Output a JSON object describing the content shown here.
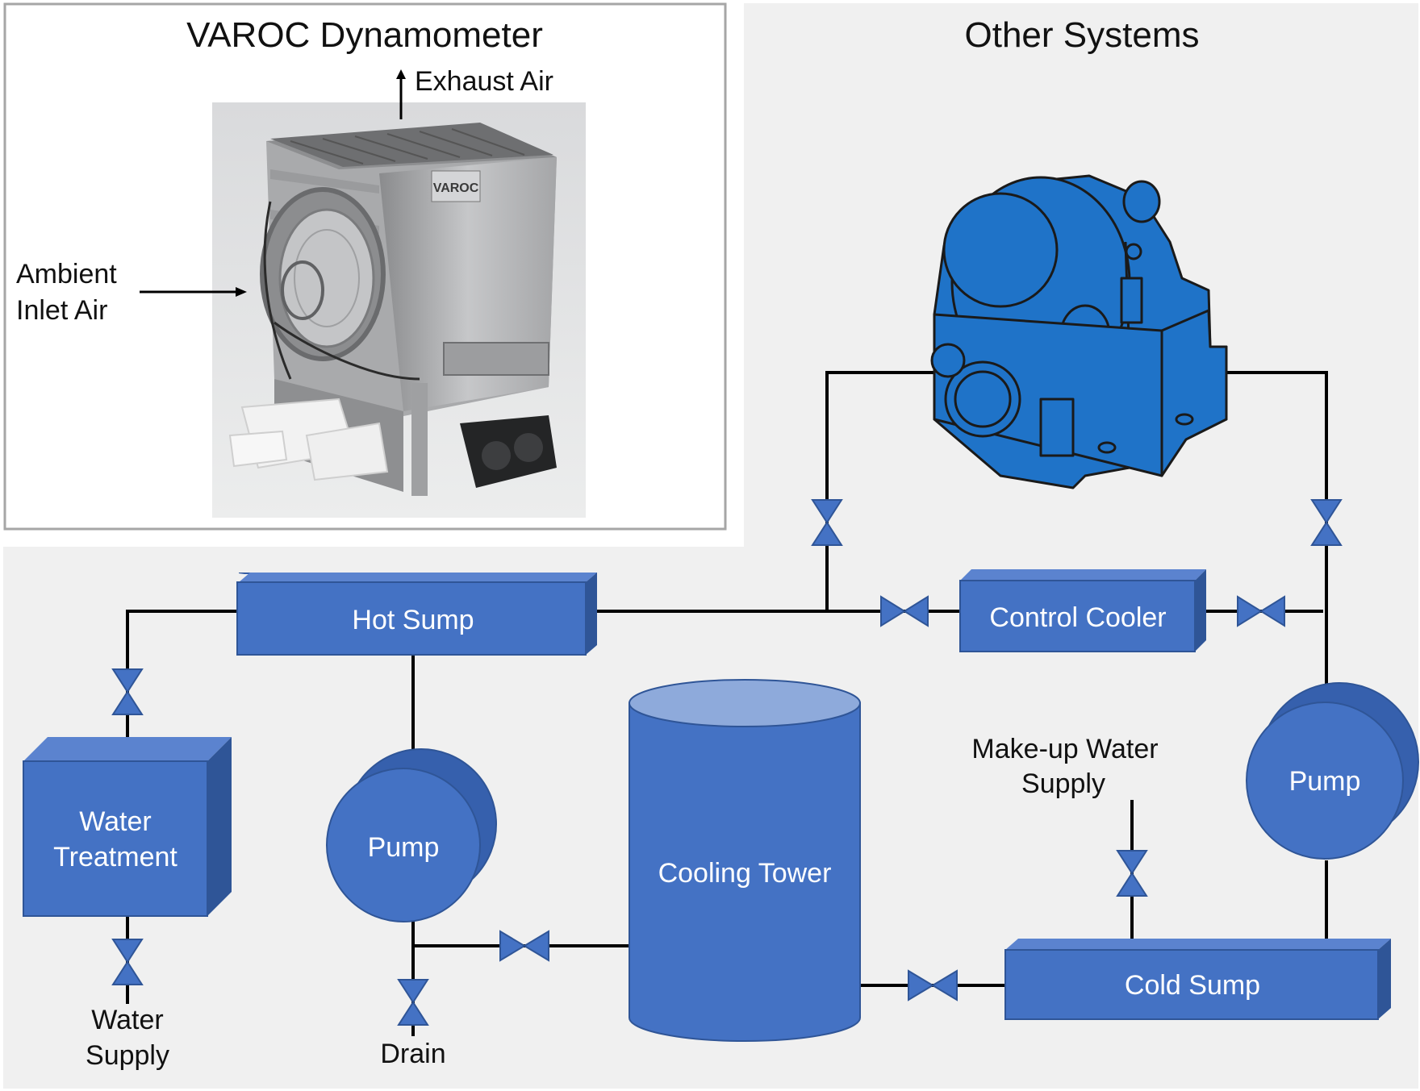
{
  "panels": {
    "dynamometer_title": "VAROC Dynamometer",
    "other_systems_title": "Other Systems"
  },
  "photo": {
    "exhaust_label": "Exhaust Air",
    "inlet_label_line1": "Ambient",
    "inlet_label_line2": "Inlet Air",
    "nameplate": "VAROC"
  },
  "components": {
    "hot_sump": "Hot Sump",
    "control_cooler": "Control Cooler",
    "cooling_tower": "Cooling Tower",
    "cold_sump": "Cold Sump",
    "pump_left": "Pump",
    "pump_right": "Pump",
    "water_treatment_line1": "Water",
    "water_treatment_line2": "Treatment"
  },
  "labels": {
    "water_supply_line1": "Water",
    "water_supply_line2": "Supply",
    "drain": "Drain",
    "makeup_line1": "Make-up Water",
    "makeup_line2": "Supply"
  },
  "colors": {
    "component_blue": "#4472c4",
    "component_dark": "#2f5597",
    "component_side": "#3660ad",
    "engine_blue": "#1f73c8",
    "panel_grey": "#f0f0f0",
    "pipe": "#000000"
  }
}
